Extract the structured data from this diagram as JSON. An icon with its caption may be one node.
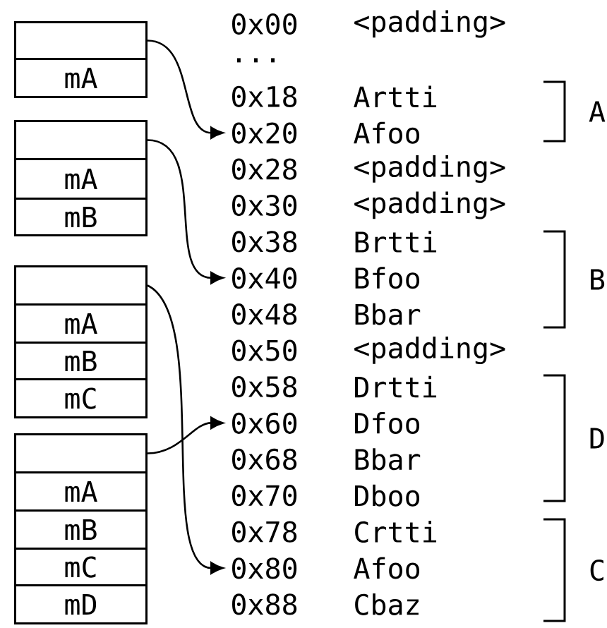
{
  "diagram": {
    "nodes": [
      {
        "text": [],
        "shape": "box"
      },
      {
        "text": [
          "mA"
        ]
      },
      {
        "text": [],
        "shape": "box"
      },
      {
        "text": [
          "mA"
        ]
      },
      {
        "text": [
          "mB"
        ]
      },
      {
        "text": [],
        "shape": "box"
      },
      {
        "text": [
          "mA"
        ]
      },
      {
        "text": [
          "mB"
        ]
      },
      {
        "text": [
          "mC"
        ]
      },
      {
        "text": [],
        "shape": "box"
      },
      {
        "text": [
          "mA"
        ]
      },
      {
        "text": [
          "mB"
        ]
      },
      {
        "text": [
          "mC"
        ]
      },
      {
        "text": [
          "mD"
        ]
      },
      {
        "text": [
          "0x20",
          "Afoo"
        ]
      },
      {
        "text": [
          "0x40",
          "Bfoo"
        ]
      },
      {
        "text": [
          "0x60",
          "Dfoo"
        ]
      },
      {
        "text": [
          "0x80",
          "Afoo"
        ]
      }
    ],
    "edges": [
      {
        "from": 0,
        "to": 14,
        "arrow": "to"
      },
      {
        "from": 2,
        "to": 15,
        "arrow": "to"
      },
      {
        "from": 5,
        "to": 17,
        "arrow": "to"
      },
      {
        "from": 9,
        "to": 16,
        "arrow": "to"
      }
    ],
    "labels": [
      "0x00",
      "<padding>",
      "...",
      "0x18",
      "Artti",
      "0x28",
      "<padding>",
      "0x30",
      "<padding>",
      "0x38",
      "Brtti",
      "0x48",
      "Bbar",
      "0x50",
      "<padding>",
      "0x58",
      "Drtti",
      "0x68",
      "Bbar",
      "0x70",
      "Dboo",
      "0x78",
      "Crtti",
      "0x88",
      "Cbaz",
      "A",
      "B",
      "D",
      "C"
    ]
  }
}
